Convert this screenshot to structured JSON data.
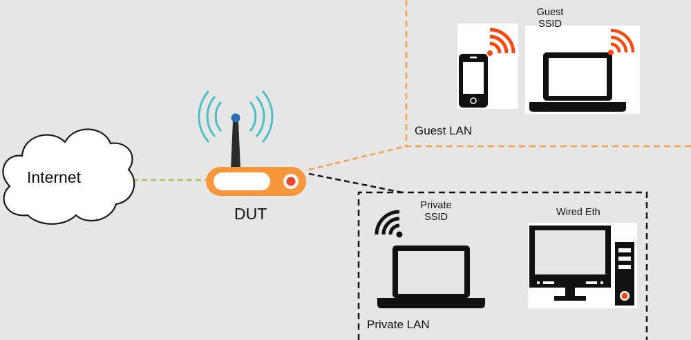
{
  "nodes": {
    "internet": "Internet",
    "dut": "DUT"
  },
  "networks": {
    "guest": {
      "label": "Guest LAN",
      "ssid_line1": "Guest",
      "ssid_line2": "SSID",
      "border_color": "#f6a04a"
    },
    "private": {
      "label": "Private LAN",
      "ssid_line1": "Private",
      "ssid_line2": "SSID",
      "wired_label": "Wired Eth",
      "border_color": "#111111"
    }
  },
  "colors": {
    "background": "#e6e6e6",
    "router_orange": "#f7963b",
    "wifi_orange": "#f24a10",
    "antenna_waves": "#4dbdc4",
    "internet_link": "#a9c25c"
  },
  "icons": [
    "cloud-icon",
    "router-icon",
    "smartphone-icon",
    "laptop-icon",
    "desktop-computer-icon",
    "wifi-signal-icon"
  ]
}
